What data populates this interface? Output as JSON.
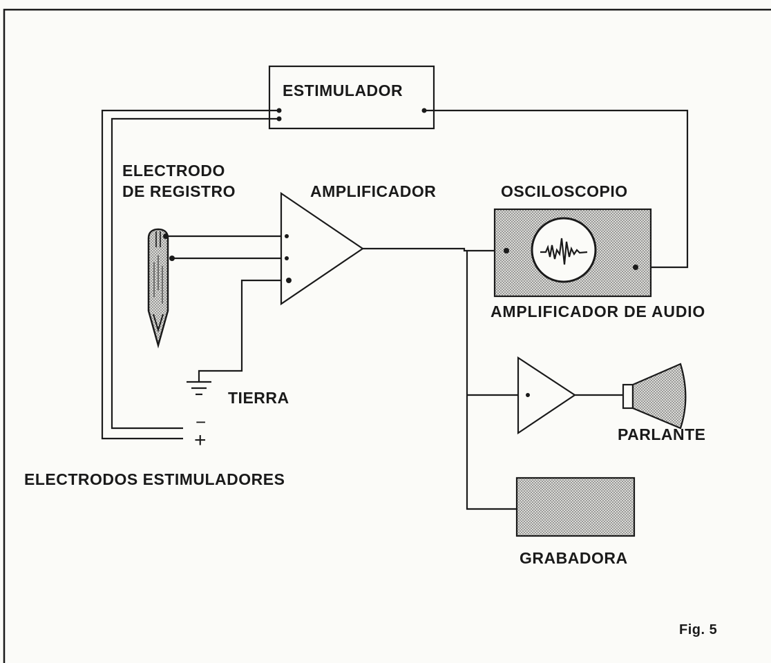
{
  "labels": {
    "estimulador": "ESTIMULADOR",
    "electrodo_line1": "ELECTRODO",
    "electrodo_line2": "DE REGISTRO",
    "amplificador": "AMPLIFICADOR",
    "osciloscopio": "OSCILOSCOPIO",
    "amplificador_audio": "AMPLIFICADOR DE AUDIO",
    "tierra": "TIERRA",
    "parlante": "PARLANTE",
    "electrodos_estimuladores": "ELECTRODOS ESTIMULADORES",
    "grabadora": "GRABADORA",
    "figure": "Fig. 5"
  },
  "symbols": {
    "minus": "−",
    "plus": "+"
  },
  "colors": {
    "ink": "#1a1a1a",
    "paper": "#fbfbf8",
    "shade_dot": "#6a6a6a",
    "shade_bg": "#dcdcd8"
  }
}
